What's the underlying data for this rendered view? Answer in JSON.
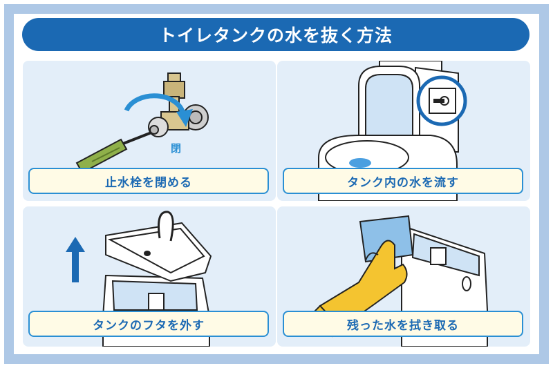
{
  "title": "トイレタンクの水を抜く方法",
  "steps": [
    {
      "caption": "止水栓を閉める",
      "note": "閉"
    },
    {
      "caption": "タンク内の水を流す"
    },
    {
      "caption": "タンクのフタを外す"
    },
    {
      "caption": "残った水を拭き取る"
    }
  ],
  "colors": {
    "title_bg": "#1b69b3",
    "frame": "#aec8e6",
    "panel_bg": "#e3eef9",
    "caption_bg": "#fffbe6",
    "caption_border": "#2a8fd4",
    "accent_blue": "#2a8fd4",
    "glove_yellow": "#f4c430"
  },
  "icons": [
    "screwdriver-icon",
    "faucet-valve-icon",
    "rotate-arrow-icon",
    "toilet-icon",
    "flush-lever-icon",
    "up-arrow-icon",
    "tank-lid-icon",
    "glove-icon",
    "sponge-icon"
  ]
}
